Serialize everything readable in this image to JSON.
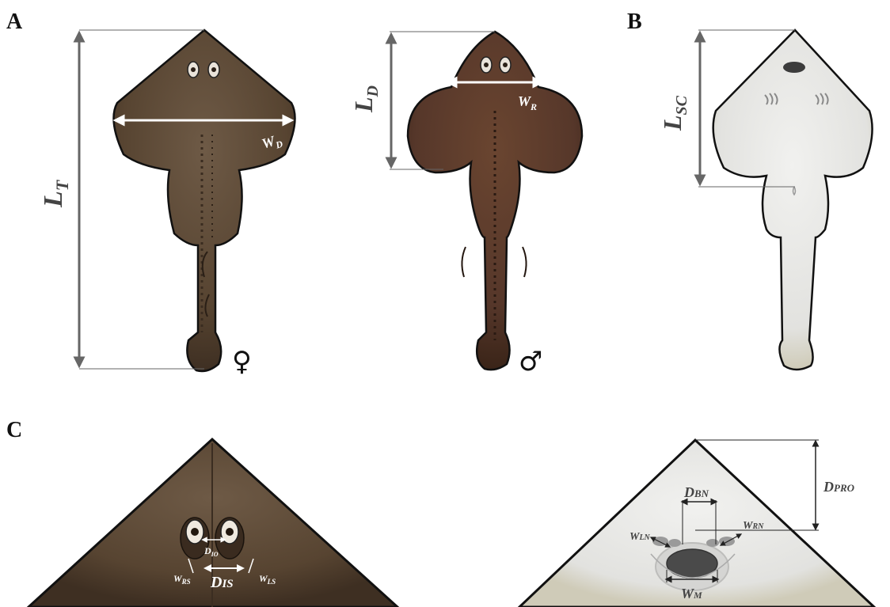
{
  "panels": {
    "a": "A",
    "b": "B",
    "c": "C"
  },
  "labels": {
    "lt_main": "L",
    "lt_sub": "T",
    "ld_main": "L",
    "ld_sub": "D",
    "lsc_main": "L",
    "lsc_sub": "SC",
    "wd_main": "W",
    "wd_sub": "D",
    "wr_main": "W",
    "wr_sub": "R",
    "dio_main": "D",
    "dio_sub": "IO",
    "dis_main": "D",
    "dis_sub": "IS",
    "wrs_main": "W",
    "wrs_sub": "RS",
    "wls_main": "W",
    "wls_sub": "LS",
    "dbn_main": "D",
    "dbn_sub": "BN",
    "dpro_main": "D",
    "dpro_sub": "PRO",
    "wln_main": "W",
    "wln_sub": "LN",
    "wrn_main": "W",
    "wrn_sub": "RN",
    "wm_main": "W",
    "wm_sub": "M"
  },
  "symbols": {
    "female": "♀",
    "male": "♂"
  },
  "colors": {
    "female_body": "#5b4634",
    "male_body": "#5a3a26",
    "ventral_body": "#e4e4e2",
    "ventral_edge": "#b9ad86",
    "arrow_gray": "#666666",
    "arrow_white": "#ffffff"
  }
}
